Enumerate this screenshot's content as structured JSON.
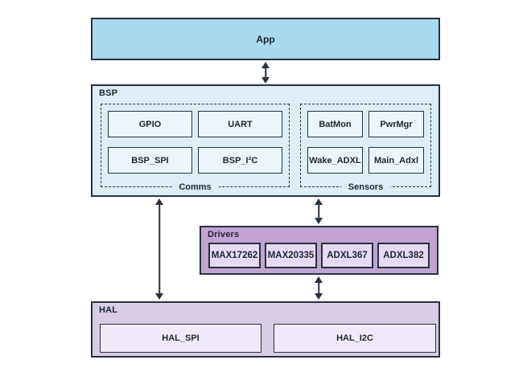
{
  "palette": {
    "app_fill": "#a9d8f1",
    "bsp_fill": "#dcedf8",
    "bsp_module_fill": "#ecf5fc",
    "drivers_fill": "#c1a4d3",
    "driver_module_fill": "#e5daf0",
    "hal_fill": "#d8cde5",
    "hal_module_fill": "#f0eaf8",
    "border": "#28313f",
    "text": "#1c2733"
  },
  "diagram": {
    "app": {
      "label": "App"
    },
    "bsp": {
      "label": "BSP",
      "groups": [
        {
          "label": "Comms",
          "items": [
            "GPIO",
            "UART",
            "BSP_SPI",
            "BSP_I²C"
          ]
        },
        {
          "label": "Sensors",
          "items": [
            "BatMon",
            "PwrMgr",
            "Wake_ADXL",
            "Main_Adxl"
          ]
        }
      ]
    },
    "drivers": {
      "label": "Drivers",
      "items": [
        "MAX17262",
        "MAX20335",
        "ADXL367",
        "ADXL382"
      ]
    },
    "hal": {
      "label": "HAL",
      "items": [
        "HAL_SPI",
        "HAL_I2C"
      ]
    }
  }
}
